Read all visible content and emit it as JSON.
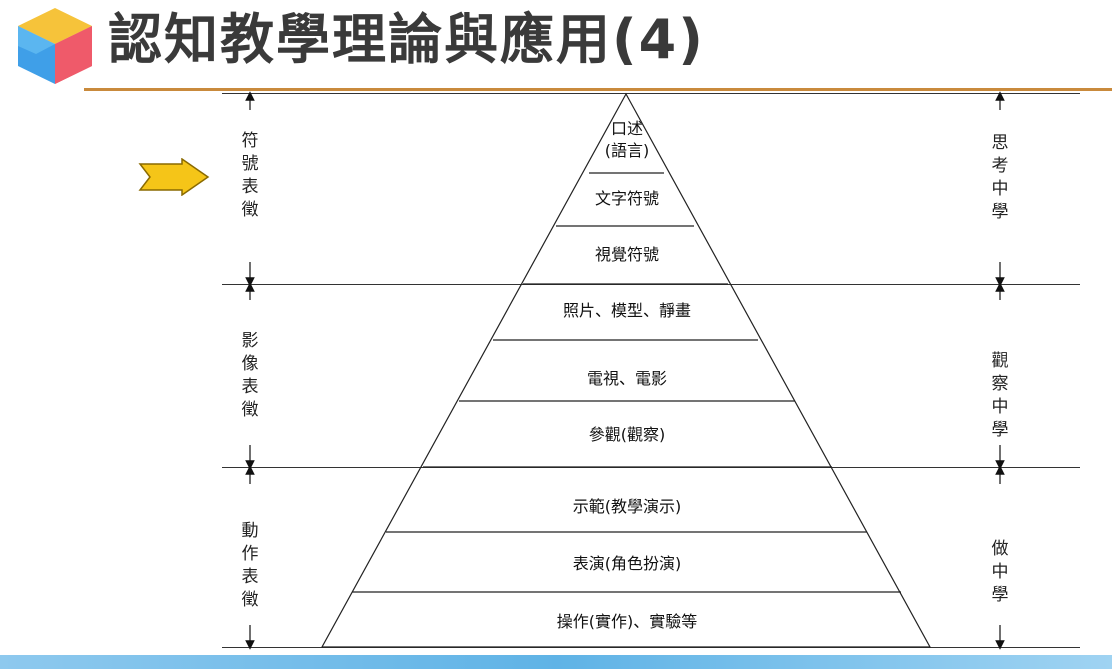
{
  "slide": {
    "title": "認知教學理論與應用(4)"
  },
  "left_labels": [
    {
      "chars": [
        "符",
        "號",
        "表",
        "徵"
      ]
    },
    {
      "chars": [
        "影",
        "像",
        "表",
        "徵"
      ]
    },
    {
      "chars": [
        "動",
        "作",
        "表",
        "徵"
      ]
    }
  ],
  "right_labels": [
    {
      "chars": [
        "思",
        "考",
        "中",
        "學"
      ]
    },
    {
      "chars": [
        "觀",
        "察",
        "中",
        "學"
      ]
    },
    {
      "chars": [
        "做",
        "中",
        "學"
      ]
    }
  ],
  "pyramid": {
    "levels": [
      {
        "line1": "口述",
        "line2": "(語言)"
      },
      {
        "line1": "文字符號"
      },
      {
        "line1": "視覺符號"
      },
      {
        "line1": "照片、模型、靜畫"
      },
      {
        "line1": "電視、電影"
      },
      {
        "line1": "參觀(觀察)"
      },
      {
        "line1": "示範(教學演示)"
      },
      {
        "line1": "表演(角色扮演)"
      },
      {
        "line1": "操作(實作)、實驗等"
      }
    ]
  },
  "colors": {
    "title_rule": "#c98a3c",
    "pointer_fill": "#f5c518",
    "cube_top": "#f6c33a",
    "cube_left": "#3f9fe8",
    "cube_right": "#ee5a6a"
  }
}
